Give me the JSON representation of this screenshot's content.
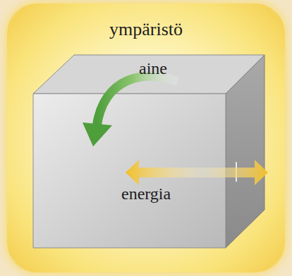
{
  "diagram": {
    "nodes": [
      {
        "text": [
          "ympäristö"
        ]
      },
      {
        "text": [
          "aine",
          "energia"
        ],
        "in": 0
      }
    ]
  }
}
